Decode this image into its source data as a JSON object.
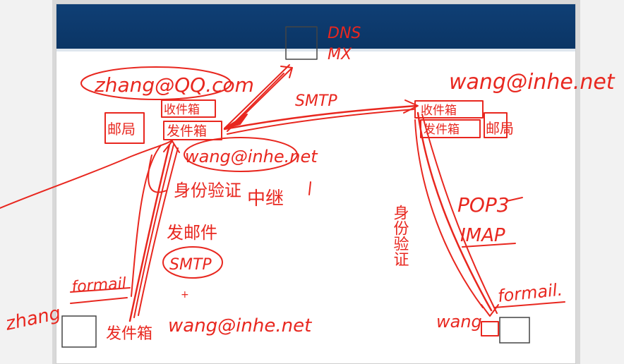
{
  "colors": {
    "ink": "#e8271f",
    "title_bar": "#0d3a6e",
    "box_stroke": "#444444"
  },
  "server_top": {
    "label_dns": "DNS",
    "label_mx": "MX"
  },
  "left_server": {
    "domain": "zhang@QQ.com",
    "inbox": "收件箱",
    "outbox": "发件箱",
    "mailbox": "邮局",
    "forward_address": "wang@inhe.net",
    "auth": "身份验证",
    "relay": "中继",
    "send_mail": "发邮件",
    "protocol": "SMTP"
  },
  "middle": {
    "protocol": "SMTP"
  },
  "right_server": {
    "domain": "wang@inhe.net",
    "inbox": "收件箱",
    "outbox": "发件箱",
    "mailbox": "邮局",
    "auth_vertical": "身份验证",
    "protocol_pop": "POP3",
    "protocol_imap": "IMAP"
  },
  "left_client": {
    "user": "zhang",
    "client_app": "formail",
    "outbox": "发件箱",
    "recipient": "wang@inhe.net"
  },
  "right_client": {
    "user": "wang",
    "client_app": "formail."
  }
}
